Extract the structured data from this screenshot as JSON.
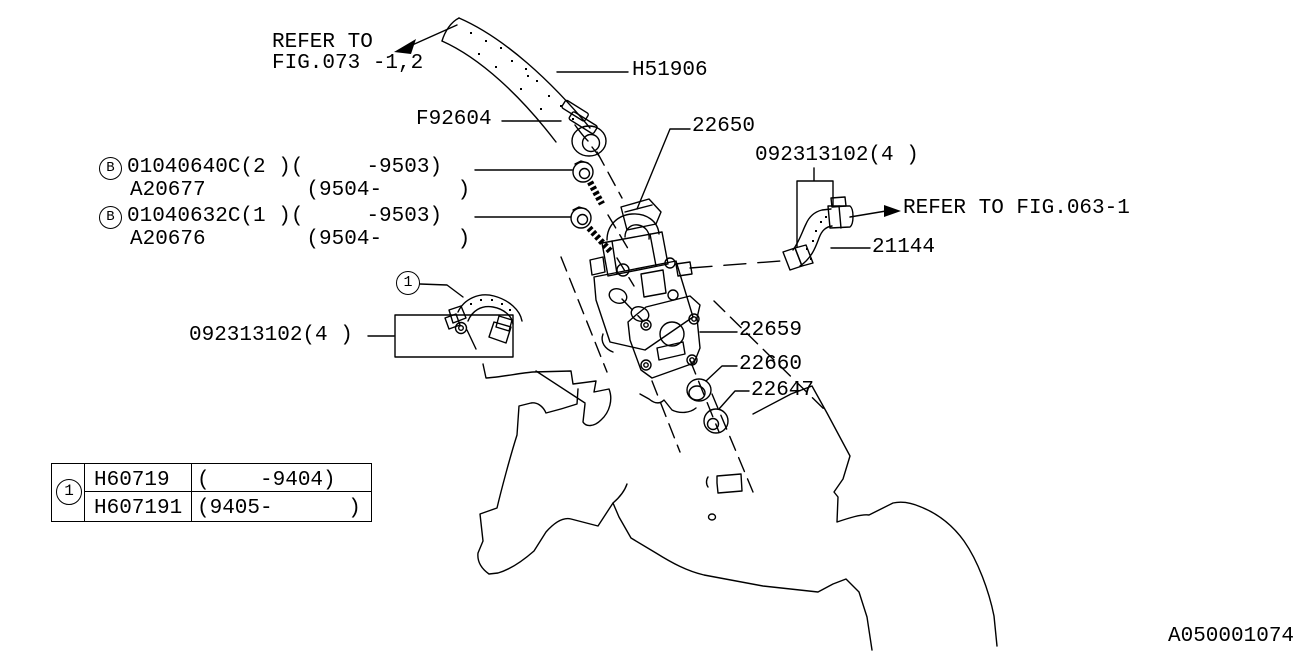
{
  "colors": {
    "ink": "#000000",
    "background": "#ffffff"
  },
  "refer_top": {
    "line1": "REFER TO",
    "line2": "FIG.073 -1,2"
  },
  "refer_right": "REFER TO FIG.063-1",
  "parts": {
    "hose": "H51906",
    "hose_clamp": "F92604",
    "bolt1_current": "01040640C(2 )(     -9503)",
    "bolt1_prev": "A20677        (9504-      )",
    "bolt2_current": "01040632C(1 )(     -9503)",
    "bolt2_prev": "A20676        (9504-      )",
    "clamp_small_hose": "092313102(4 )",
    "valve": "22650",
    "clamp_elbow_hose": "092313102(4 )",
    "elbow_hose": "21144",
    "gasket": "22659",
    "ring": "22660",
    "grommet": "22647"
  },
  "markers": {
    "circled_b": "B",
    "circled_one": "1"
  },
  "table": {
    "marker": "1",
    "rows": [
      {
        "part": "H60719",
        "range": "(    -9404)"
      },
      {
        "part": "H607191",
        "range": "(9405-      )"
      }
    ]
  },
  "doc_id": "A050001074"
}
